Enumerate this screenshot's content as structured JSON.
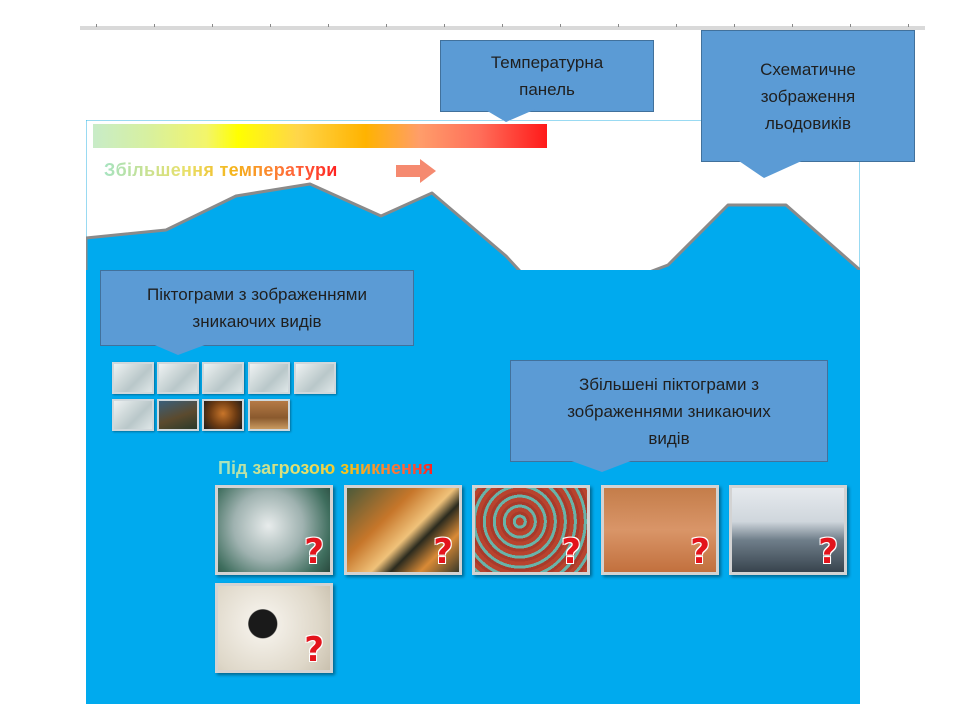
{
  "callouts": {
    "temperature_panel": [
      "Температурна",
      "панель"
    ],
    "glaciers": [
      "Схематичне",
      "зображення",
      "льодовиків"
    ],
    "pictograms": [
      "Піктограми з зображеннями",
      "зникаючих видів"
    ],
    "enlarged_pictograms": [
      "Збільшені піктограми з",
      "зображеннями зникаючих",
      "видів"
    ]
  },
  "labels": {
    "temperature_increase": "Збільшення температури",
    "endangered": "Під загрозою зникнення"
  },
  "cards": [
    {
      "name": "polar-bear",
      "mark": "?"
    },
    {
      "name": "tiger",
      "mark": "?"
    },
    {
      "name": "coral",
      "mark": "?"
    },
    {
      "name": "kangaroo",
      "mark": "?"
    },
    {
      "name": "whale",
      "mark": "?"
    },
    {
      "name": "penguin",
      "mark": "?"
    }
  ],
  "colors": {
    "ocean": "#00aaee",
    "callout": "#5b9bd5",
    "question_mark": "#e3141c"
  }
}
